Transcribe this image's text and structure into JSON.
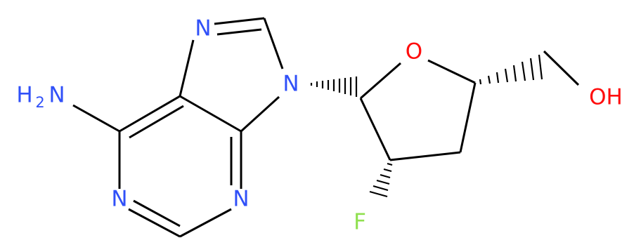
{
  "molecule": {
    "atoms": {
      "n7": "N",
      "n9": "N",
      "n1": "N",
      "n3": "N",
      "o_ring": "O",
      "f": "F",
      "oh": "OH",
      "nh2_prefix": "H",
      "nh2_sub": "2",
      "nh2_n": "N"
    },
    "colors": {
      "nitrogen": "#3050f8",
      "oxygen": "#ff0d0d",
      "fluorine": "#90e050",
      "bond": "#000000"
    }
  }
}
